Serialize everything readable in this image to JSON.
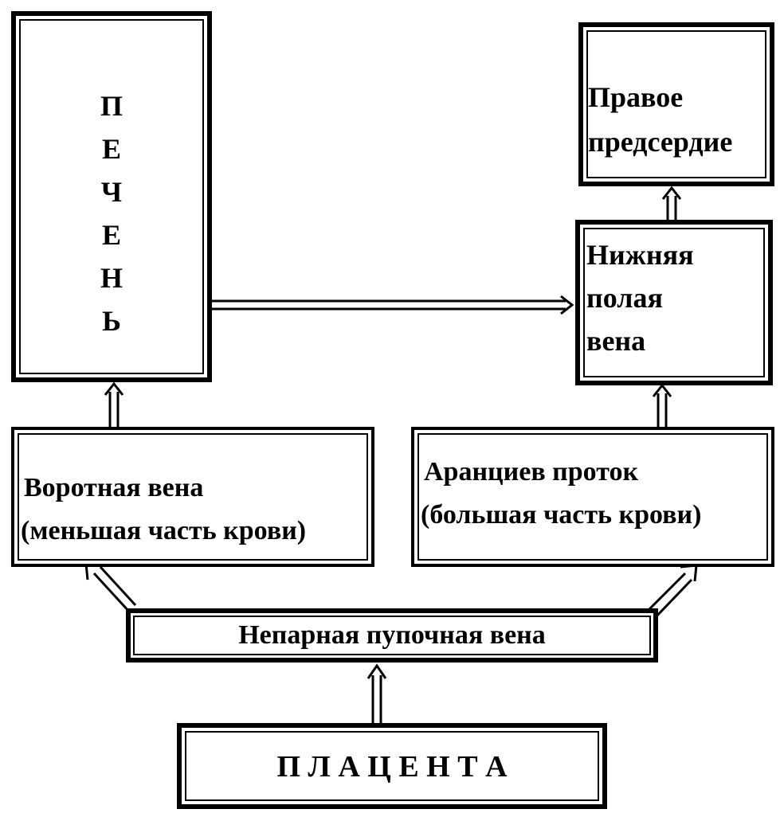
{
  "liver": {
    "letters": [
      "П",
      "Е",
      "Ч",
      "Е",
      "Н",
      "Ь"
    ]
  },
  "right_atrium": {
    "line1": "Правое",
    "line2": "предсердие"
  },
  "ivc": {
    "line1": "Нижняя",
    "line2": "полая",
    "line3": "вена"
  },
  "portal_vein": {
    "line1": "Воротная вена",
    "line2": "(меньшая часть крови)"
  },
  "ductus_venosus": {
    "line1": "Аранциев проток",
    "line2": "(большая часть крови)"
  },
  "umbilical_vein": {
    "label": "Непарная пупочная вена"
  },
  "placenta": {
    "label": "П Л А Ц Е Н Т А"
  }
}
